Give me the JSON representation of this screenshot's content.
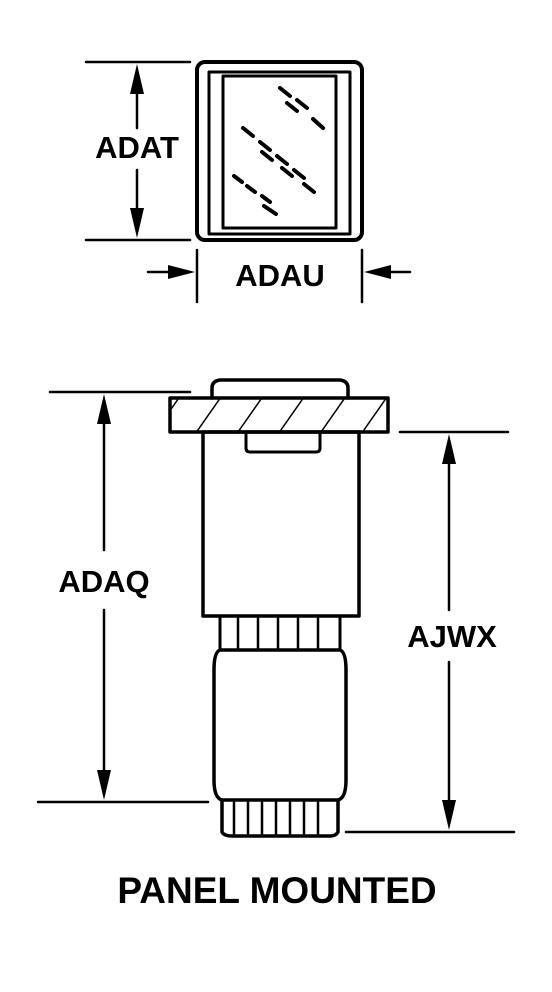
{
  "labels": {
    "adat": "ADAT",
    "adau": "ADAU",
    "adaq": "ADAQ",
    "ajwx": "AJWX",
    "caption": "PANEL MOUNTED"
  },
  "colors": {
    "ink": "#000000",
    "background": "#ffffff"
  }
}
